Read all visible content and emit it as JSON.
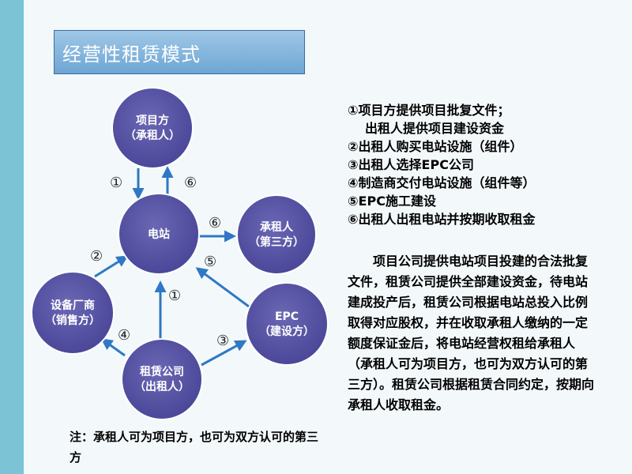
{
  "title": "经营性租赁模式",
  "nodes": {
    "project": [
      "项目方",
      "（承租人）"
    ],
    "station": [
      "电站"
    ],
    "lessee3": [
      "承租人",
      "（第三方）"
    ],
    "equipment": [
      "设备厂商",
      "（销售方）"
    ],
    "epc": [
      "EPC",
      "（建设方）"
    ],
    "leasing": [
      "租赁公司",
      "（出租人）"
    ]
  },
  "edge_labels": {
    "project_to_station": "①",
    "station_to_project": "⑥",
    "station_to_lessee3": "⑥",
    "epc_to_station": "⑤",
    "equipment_to_station": "②",
    "leasing_to_station": "①",
    "leasing_to_equipment": "④",
    "leasing_to_epc": "③"
  },
  "steps": [
    "①项目方提供项目批复文件；",
    "出租人提供项目建设资金",
    "②出租人购买电站设施（组件）",
    "③出租人选择EPC公司",
    "④制造商交付电站设施（组件等）",
    "⑤EPC施工建设",
    "⑥出租人出租电站并按期收取租金"
  ],
  "description": "项目公司提供电站项目投建的合法批复文件，租赁公司提供全部建设资金，待电站建成投产后，租赁公司根据电站总投入比例取得对应股权，并在收取承租人缴纳的一定额度保证金后，将电站经营权租给承租人（承租人可为项目方，也可为双方认可的第三方）。租赁公司根据租赁合同约定，按期向承租人收取租金。",
  "note": "注：承租人可为项目方，也可为双方认可的第三方",
  "colors": {
    "node": "#5a56a6",
    "arrow": "#2f78c4",
    "band": "#7cc3d6"
  }
}
